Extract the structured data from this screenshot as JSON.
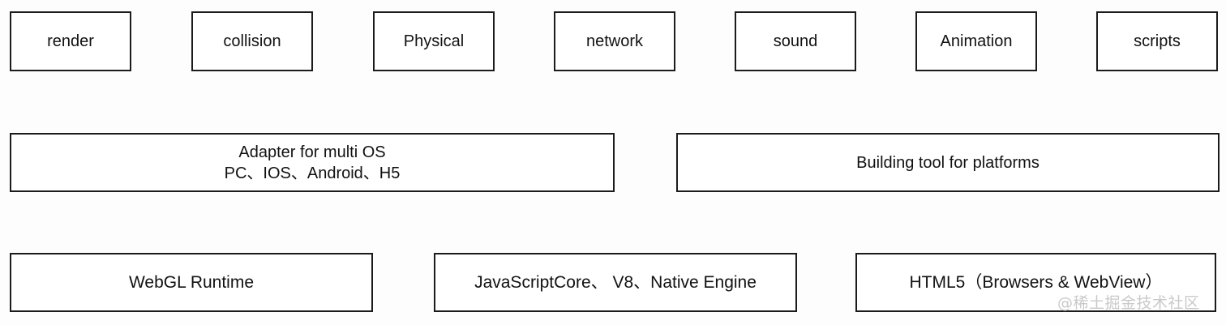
{
  "diagram": {
    "type": "layered-architecture",
    "background_color": "#fdfdfd",
    "box_border_color": "#1b1b1b",
    "box_fill_color": "#ffffff",
    "rows": {
      "modules": {
        "name": "engine-modules",
        "boxes": [
          {
            "label": "render"
          },
          {
            "label": "collision"
          },
          {
            "label": "Physical"
          },
          {
            "label": "network"
          },
          {
            "label": "sound"
          },
          {
            "label": "Animation"
          },
          {
            "label": "scripts"
          }
        ]
      },
      "tooling": {
        "name": "adapter-and-tooling",
        "boxes": [
          {
            "label": "Adapter for multi OS\nPC、IOS、Android、H5"
          },
          {
            "label": "Building tool for platforms"
          }
        ]
      },
      "runtime": {
        "name": "runtime-layer",
        "boxes": [
          {
            "label": "WebGL Runtime"
          },
          {
            "label": "JavaScriptCore、 V8、Native Engine"
          },
          {
            "label": "HTML5（Browsers & WebView）"
          }
        ]
      }
    },
    "watermark": {
      "text": "@稀土掘金技术社区",
      "color": "#c9c9c9"
    }
  }
}
